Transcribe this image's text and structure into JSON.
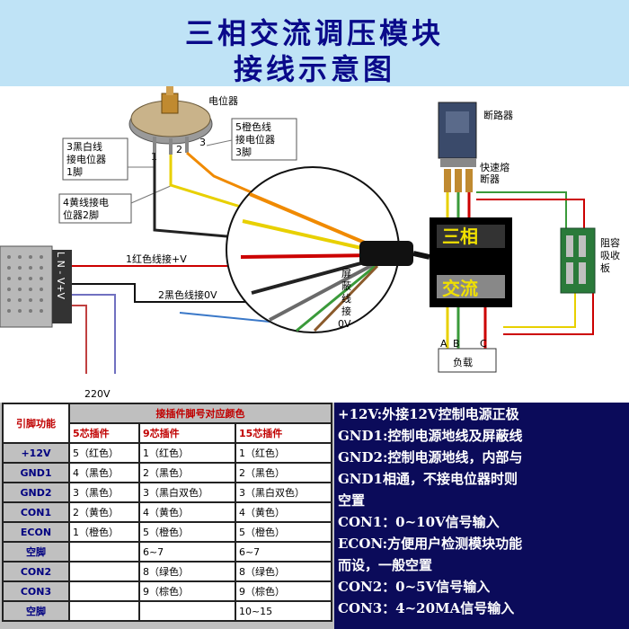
{
  "title": {
    "line1": "三相交流调压模块",
    "line2": "接线示意图"
  },
  "diagram": {
    "potentiometer": "电位器",
    "label_orange": [
      "5橙色线",
      "接电位器",
      "3脚"
    ],
    "label_bw": [
      "3黑白线",
      "接电位器",
      "1脚"
    ],
    "label_yellow": [
      "4黄线接电",
      "位器2脚"
    ],
    "pin1": "1",
    "pin2": "2",
    "pin3": "3",
    "red_wire": "1红色线接+V",
    "black_wire": "2黑色线接0V",
    "shield": [
      "屏",
      "蔽",
      "线",
      "接",
      "0V"
    ],
    "ac": "220V",
    "psu_terminals": "L N - V+V",
    "breaker": "断路器",
    "fuse": [
      "快速熔",
      "断器"
    ],
    "module": [
      "三相",
      "交流"
    ],
    "absorb": [
      "阻容",
      "吸收",
      "板"
    ],
    "load": "负载",
    "phase_a": "A",
    "phase_b": "B",
    "phase_c": "C"
  },
  "table": {
    "pin_header": "引脚功能",
    "main_header": "接插件脚号对应颜色",
    "col_headers": [
      "5芯插件",
      "9芯插件",
      "15芯插件"
    ],
    "rows": [
      {
        "pin": "+12V",
        "c5": "5（红色）",
        "c9": "1（红色）",
        "c15": "1（红色）"
      },
      {
        "pin": "GND1",
        "c5": "4（黑色）",
        "c9": "2（黑色）",
        "c15": "2（黑色）"
      },
      {
        "pin": "GND2",
        "c5": "3（黑色）",
        "c9": "3（黑白双色）",
        "c15": "3（黑白双色）"
      },
      {
        "pin": "CON1",
        "c5": "2（黄色）",
        "c9": "4（黄色）",
        "c15": "4（黄色）"
      },
      {
        "pin": "ECON",
        "c5": "1（橙色）",
        "c9": "5（橙色）",
        "c15": "5（橙色）"
      },
      {
        "pin": "空脚",
        "c5": "",
        "c9": "6~7",
        "c15": "6~7"
      },
      {
        "pin": "CON2",
        "c5": "",
        "c9": "8（绿色）",
        "c15": "8（绿色）"
      },
      {
        "pin": "CON3",
        "c5": "",
        "c9": "9（棕色）",
        "c15": "9（棕色）"
      },
      {
        "pin": "空脚",
        "c5": "",
        "c9": "",
        "c15": "10~15"
      }
    ]
  },
  "notes": [
    "+12V:外接12V控制电源正极",
    "GND1:控制电源地线及屏蔽线",
    "GND2:控制电源地线，内部与",
    "GND1相通，不接电位器时则",
    "空置",
    "CON1：0~10V信号输入",
    "ECON:方便用户检测模块功能",
    "而设，一般空置",
    "CON2：0~5V信号输入",
    "CON3：4~20MA信号输入"
  ],
  "colors": {
    "header_bg": "#bfe3f6",
    "title": "#0a0a8a",
    "notes_bg": "#0b0b5a",
    "table_header": "#c00000"
  }
}
